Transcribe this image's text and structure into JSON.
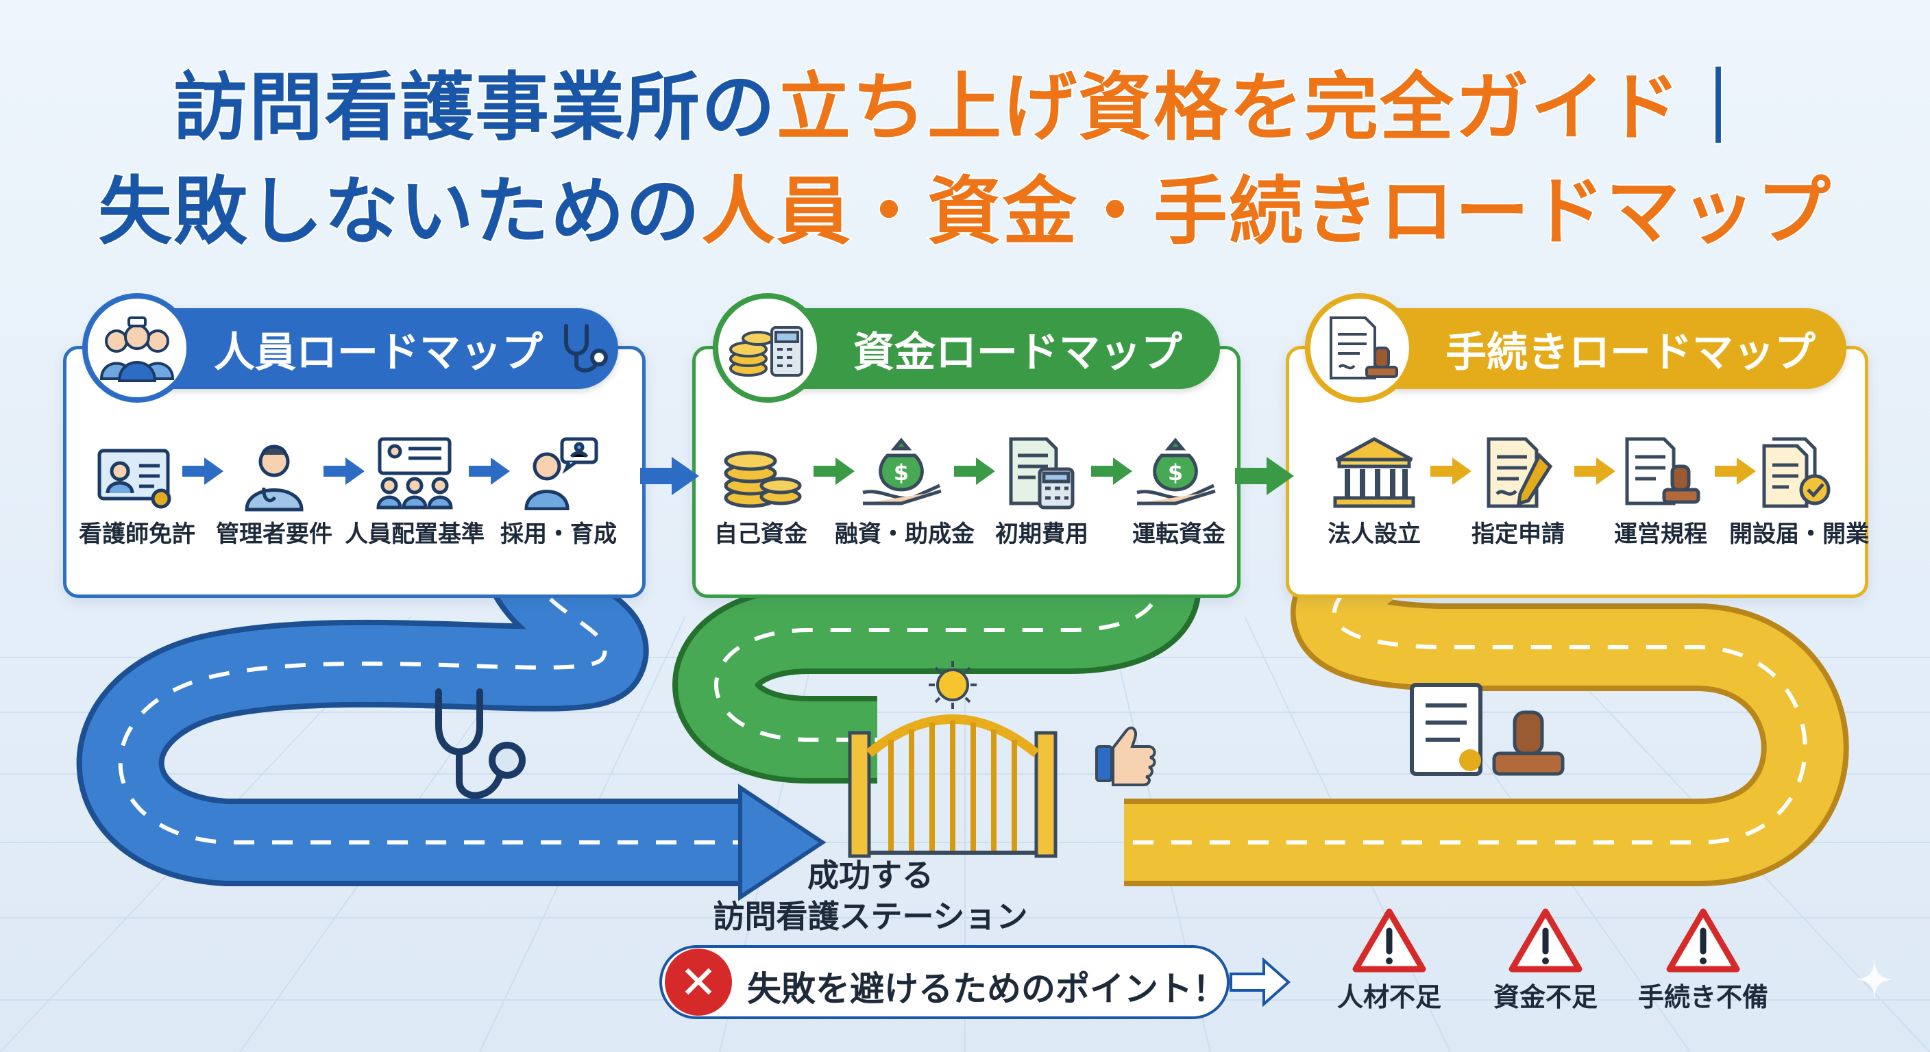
{
  "title": {
    "line1_blue": "訪問看護事業所の",
    "line1_orange": "立ち上げ資格を完全ガイド",
    "line1_sep": "｜",
    "line2_blue": "失敗しないための",
    "line2_orange": "人員・資金・手続きロードマップ"
  },
  "colors": {
    "staff": "#2c6cc4",
    "fund": "#3a9a46",
    "proc": "#e4ac1a",
    "title_blue": "#1a56a8",
    "title_orange": "#ee7418",
    "warning": "#d62a2a"
  },
  "staff": {
    "heading": "人員ロードマップ",
    "steps": [
      {
        "label": "看護師免許",
        "icon": "license-card-icon"
      },
      {
        "label": "管理者要件",
        "icon": "nurse-manager-icon"
      },
      {
        "label": "人員配置基準",
        "icon": "staff-board-icon"
      },
      {
        "label": "採用・育成",
        "icon": "recruit-chat-icon"
      }
    ]
  },
  "fund": {
    "heading": "資金ロードマップ",
    "steps": [
      {
        "label": "自己資金",
        "icon": "coin-stack-icon"
      },
      {
        "label": "融資・助成金",
        "icon": "money-bag-hand-icon"
      },
      {
        "label": "初期費用",
        "icon": "document-calculator-icon"
      },
      {
        "label": "運転資金",
        "icon": "money-bag-hand-icon"
      }
    ]
  },
  "proc": {
    "heading": "手続きロードマップ",
    "steps": [
      {
        "label": "法人設立",
        "icon": "bank-building-icon"
      },
      {
        "label": "指定申請",
        "icon": "application-pen-icon"
      },
      {
        "label": "運営規程",
        "icon": "stamped-rules-icon"
      },
      {
        "label": "開設届・開業",
        "icon": "checked-document-icon"
      }
    ]
  },
  "goal": {
    "line1": "成功する",
    "line2": "訪問看護ステーション"
  },
  "failure": {
    "heading": "失敗を避けるためのポイント！",
    "points": [
      "人材不足",
      "資金不足",
      "手続き不備"
    ]
  }
}
